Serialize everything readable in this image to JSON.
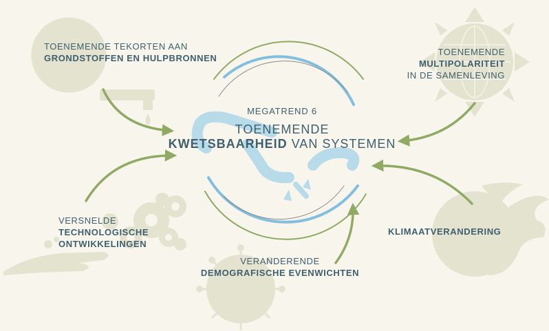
{
  "center": {
    "subtitle": "MEGATREND 6",
    "line1": "TOENEMENDE",
    "line2_bold": "KWETSBAARHEID",
    "line2_rest": " VAN SYSTEMEN"
  },
  "factors": {
    "resources": {
      "line1": "TOENEMENDE TEKORTEN AAN",
      "line2": "GRONDSTOFFEN EN HULPBRONNEN"
    },
    "multipolar": {
      "line1": "TOENEMENDE",
      "line2": "MULTIPOLARITEIT",
      "line3": "IN DE SAMENLEVING"
    },
    "technology": {
      "line1": "VERSNELDE",
      "line2": "TECHNOLOGISCHE",
      "line3": "ONTWIKKELINGEN"
    },
    "demography": {
      "line1": "VERANDERENDE",
      "line2": "DEMOGRAFISCHE EVENWICHTEN"
    },
    "climate": {
      "line1": "KLIMAATVERANDERING"
    }
  },
  "colors": {
    "background": "#f8f5ec",
    "text": "#3f5f6e",
    "green_arrow": "#8eaa63",
    "blue_arc": "#82bfdf",
    "chain": "#b8dbe9",
    "illustration": "#e3e3cf"
  },
  "icons": [
    "globe-faucet-icon",
    "globe-sun-icon",
    "gears-hand-icon",
    "virus-globe-icon",
    "burning-globe-icon",
    "broken-chain-icon"
  ]
}
